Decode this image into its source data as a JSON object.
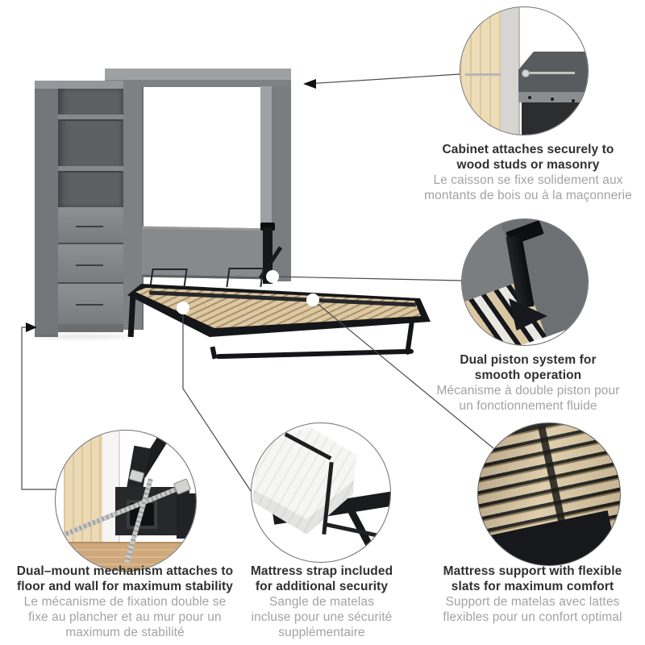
{
  "callouts": [
    {
      "id": "cabinet-attachment",
      "en": [
        "Cabinet attaches securely to",
        "wood studs or masonry"
      ],
      "fr": [
        "Le caisson se fixe solidement aux",
        "montants de bois ou à la maçonnerie"
      ],
      "illustration": "cabinet-corner-screwed-into-wood-stud"
    },
    {
      "id": "dual-piston",
      "en": [
        "Dual piston system for",
        "smooth operation"
      ],
      "fr": [
        "Mécanisme à double piston pour",
        "un fonctionnement fluide"
      ],
      "illustration": "black-piston-arm-on-bed-panel"
    },
    {
      "id": "dual-mount",
      "en": [
        "Dual–mount mechanism attaches to",
        "floor and wall for maximum stability"
      ],
      "fr": [
        "Le mécanisme de fixation double se",
        "fixe au plancher et au mur pour un",
        "maximum de stabilité"
      ],
      "illustration": "floor-wall-bracket-with-lag-bolts"
    },
    {
      "id": "mattress-strap",
      "en": [
        "Mattress strap included",
        "for additional security"
      ],
      "fr": [
        "Sangle de matelas",
        "incluse pour une sécurité",
        "supplémentaire"
      ],
      "illustration": "mattress-with-black-strap-on-frame"
    },
    {
      "id": "mattress-support",
      "en": [
        "Mattress support with flexible",
        "slats for maximum comfort"
      ],
      "fr": [
        "Support de matelas avec lattes",
        "flexibles pour un confort optimal"
      ],
      "illustration": "flexible-wood-slats-closeup"
    }
  ],
  "palette": {
    "cabinet_gray": "#82858a",
    "cabinet_gray_dark": "#6b6e71",
    "cabinet_top": "#9fa2a5",
    "interior_gray": "#5d6063",
    "slat_wood": "#d9c7a2",
    "frame_black": "#15161a",
    "stud_wood": "#ecdcb8",
    "floor_wood": "#cfa97b",
    "mattress_white": "#f5f5f3",
    "text_dark": "#303030",
    "text_gray": "#a3a3a3",
    "leader_line": "#4a4a4a"
  }
}
